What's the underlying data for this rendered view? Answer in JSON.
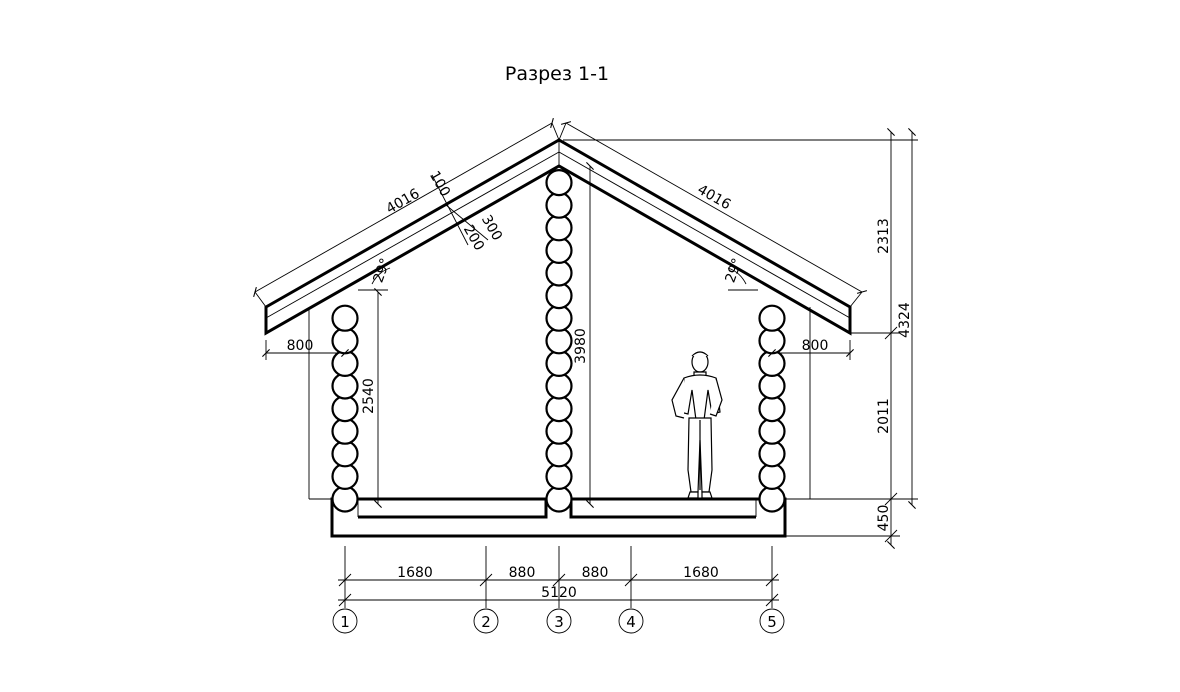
{
  "title": "Разрез 1-1",
  "roof": {
    "slope_left": "4016",
    "slope_right": "4016",
    "layer_top": "100",
    "layer_mid": "300",
    "layer_bot": "200",
    "angle_left": "29°",
    "angle_right": "29°"
  },
  "heights": {
    "wall_height": "2540",
    "ridge_height": "3980",
    "roof_part": "2313",
    "wall_part": "2011",
    "total": "4324",
    "foundation": "450"
  },
  "overhangs": {
    "left": "800",
    "right": "800"
  },
  "spans": {
    "s1": "1680",
    "s2": "880",
    "s3": "880",
    "s4": "1680",
    "total": "5120"
  },
  "axes": [
    "1",
    "2",
    "3",
    "4",
    "5"
  ]
}
